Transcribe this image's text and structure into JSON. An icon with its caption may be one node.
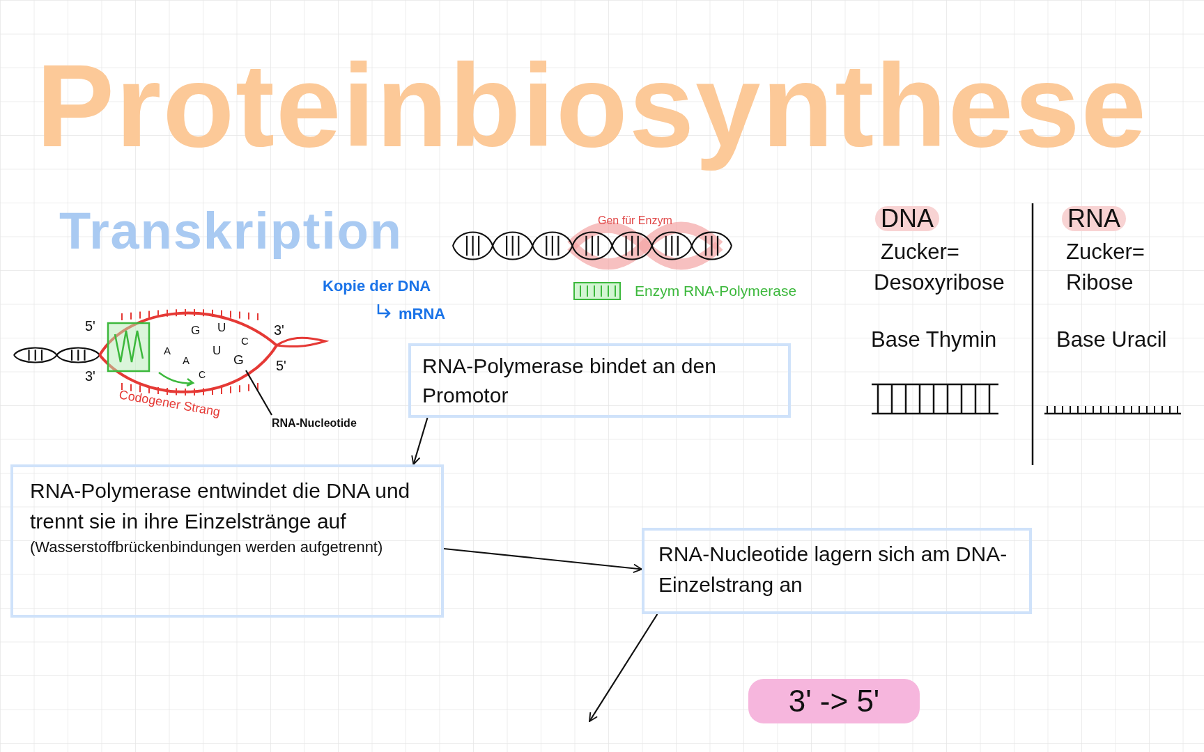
{
  "diagram": {
    "title": "Proteinbiosynthese",
    "nodes": [
      {
        "text": [
          "RNA-Polymerase bindet an den Promotor"
        ]
      },
      {
        "text": [
          "RNA-Polymerase entwindet die DNA und trennt sie in ihre Einzelstränge auf",
          "(Wasserstoffbrückenbindungen werden aufgetrennt)"
        ]
      },
      {
        "text": [
          "RNA-Nucleotide lagern sich am DNA-Einzelstrang an"
        ]
      },
      {
        "text": [
          "3' -> 5'"
        ]
      },
      {
        "text": [
          "RNA-Nucleotide"
        ]
      }
    ],
    "edges": [
      {
        "from": 0,
        "to": 1,
        "arrow": "to"
      },
      {
        "from": 1,
        "to": 2,
        "arrow": "to"
      },
      {
        "from": 2,
        "to": null,
        "arrow": "to"
      },
      {
        "from": 4,
        "to": null,
        "arrow": "none"
      }
    ],
    "labels": [
      "Transkription",
      "Gen für Enzym",
      "Kopie der DNA",
      "mRNA",
      "5'",
      "G",
      "U",
      "C",
      "3'",
      "A",
      "A",
      "U",
      "G",
      "5'",
      "3'",
      "C",
      "Codogener Strang",
      "DNA",
      "Zucker=",
      "Desoxyribose",
      "Base Thymin",
      "RNA",
      "Zucker=",
      "Ribose",
      "Base Uracil"
    ],
    "legend": [
      {
        "text": "Enzym RNA-Polymerase"
      }
    ]
  }
}
